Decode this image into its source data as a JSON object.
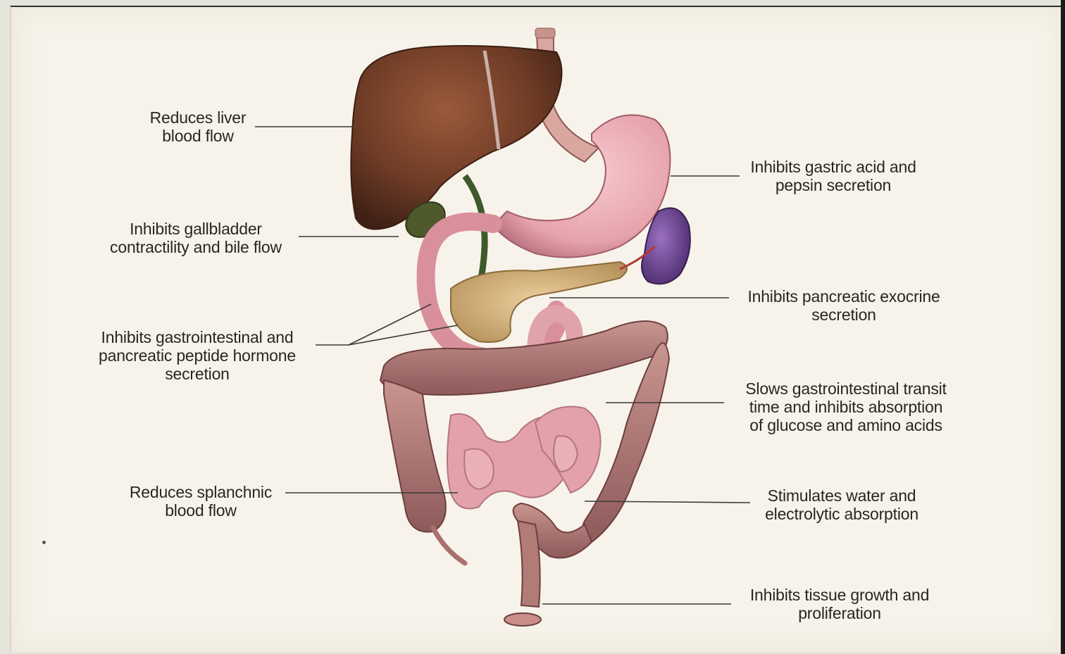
{
  "labels": {
    "liver": [
      "Reduces liver",
      "blood flow"
    ],
    "gallbladder": [
      "Inhibits gallbladder",
      "contractility and bile flow"
    ],
    "gi_hormone": [
      "Inhibits gastrointestinal and",
      "pancreatic peptide hormone",
      "secretion"
    ],
    "splanchnic": [
      "Reduces splanchnic",
      "blood flow"
    ],
    "gastric": [
      "Inhibits gastric acid and",
      "pepsin secretion"
    ],
    "pancreatic": [
      "Inhibits pancreatic exocrine",
      "secretion"
    ],
    "transit": [
      "Slows gastrointestinal transit",
      "time and inhibits absorption",
      "of glucose and amino acids"
    ],
    "water": [
      "Stimulates water and",
      "electrolytic absorption"
    ],
    "growth": [
      "Inhibits tissue growth and",
      "proliferation"
    ]
  },
  "colors": {
    "liver": "#6e3b26",
    "stomach": "#e6a3ac",
    "colon": "#b7807c",
    "small_intestine": "#e3a1ab",
    "pancreas": "#d9b57e",
    "spleen": "#6a3f8e",
    "gallbladder": "#4f5a2c",
    "leader_line": "#3a3a3a"
  }
}
